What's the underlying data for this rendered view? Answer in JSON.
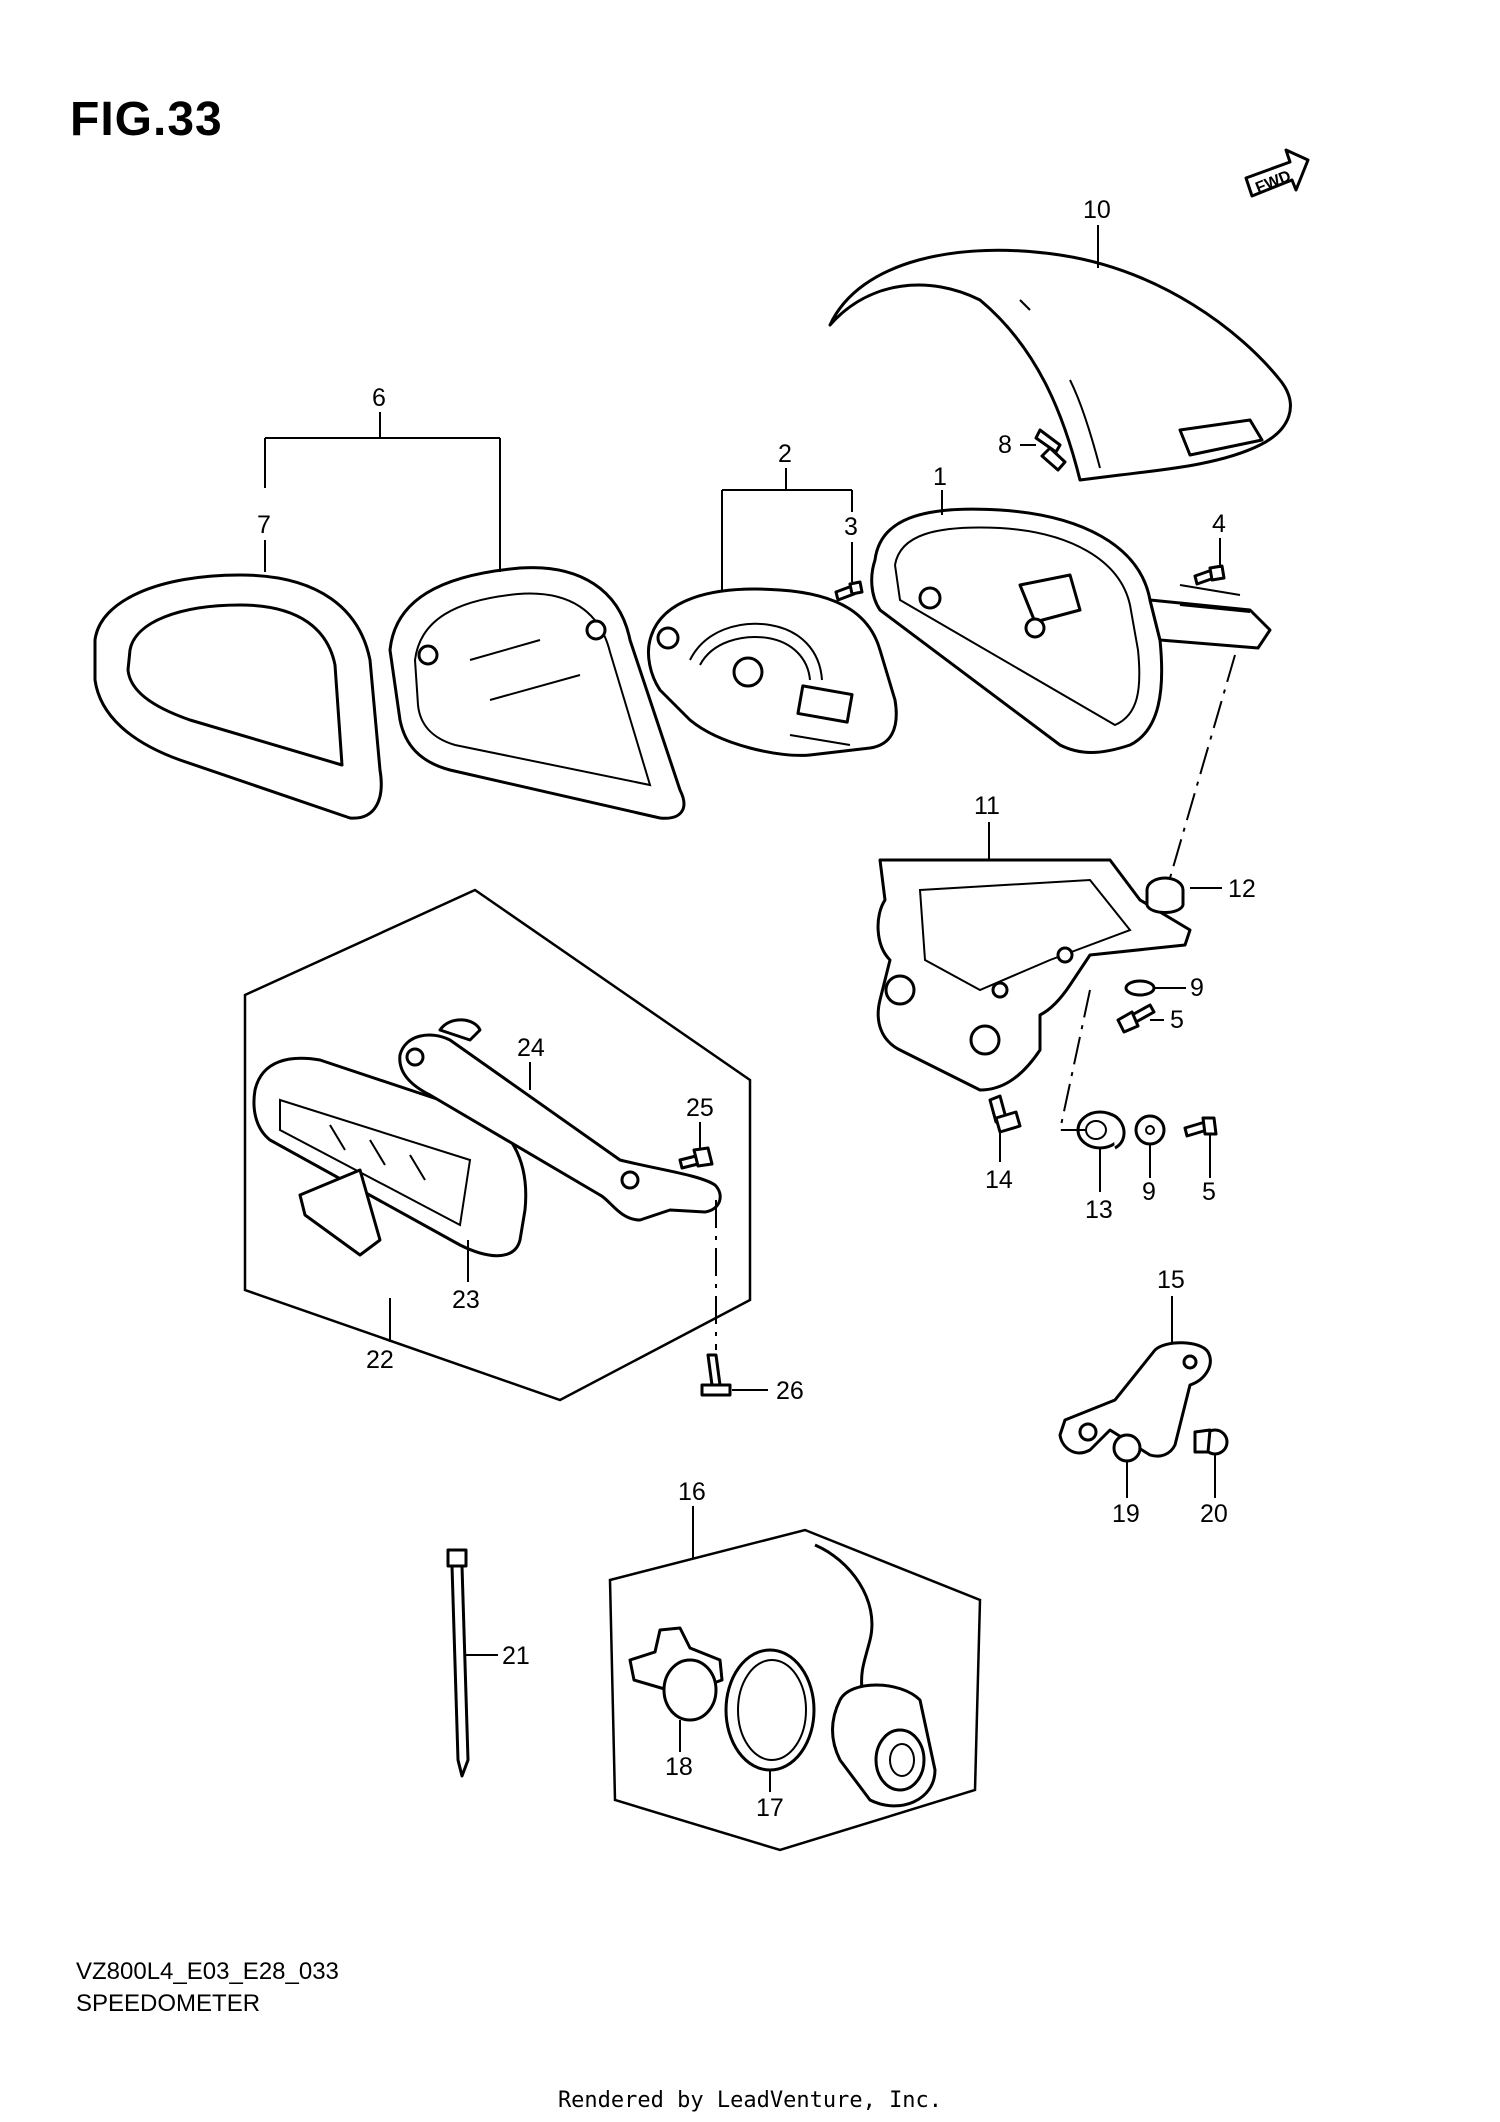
{
  "figure": {
    "title": "FIG.33",
    "fwd_badge": "FWD"
  },
  "callouts": [
    {
      "id": "c1",
      "text": "1"
    },
    {
      "id": "c2",
      "text": "2"
    },
    {
      "id": "c3",
      "text": "3"
    },
    {
      "id": "c4",
      "text": "4"
    },
    {
      "id": "c5a",
      "text": "5"
    },
    {
      "id": "c5b",
      "text": "5"
    },
    {
      "id": "c6",
      "text": "6"
    },
    {
      "id": "c7",
      "text": "7"
    },
    {
      "id": "c8",
      "text": "8"
    },
    {
      "id": "c9a",
      "text": "9"
    },
    {
      "id": "c9b",
      "text": "9"
    },
    {
      "id": "c10",
      "text": "10"
    },
    {
      "id": "c11",
      "text": "11"
    },
    {
      "id": "c12",
      "text": "12"
    },
    {
      "id": "c13",
      "text": "13"
    },
    {
      "id": "c14",
      "text": "14"
    },
    {
      "id": "c15",
      "text": "15"
    },
    {
      "id": "c16",
      "text": "16"
    },
    {
      "id": "c17",
      "text": "17"
    },
    {
      "id": "c18",
      "text": "18"
    },
    {
      "id": "c19",
      "text": "19"
    },
    {
      "id": "c20",
      "text": "20"
    },
    {
      "id": "c21",
      "text": "21"
    },
    {
      "id": "c22",
      "text": "22"
    },
    {
      "id": "c23",
      "text": "23"
    },
    {
      "id": "c24",
      "text": "24"
    },
    {
      "id": "c25",
      "text": "25"
    },
    {
      "id": "c26",
      "text": "26"
    }
  ],
  "footer": {
    "model_code": "VZ800L4_E03_E28_033",
    "caption": "SPEEDOMETER",
    "rendered_by": "Rendered by LeadVenture, Inc."
  }
}
